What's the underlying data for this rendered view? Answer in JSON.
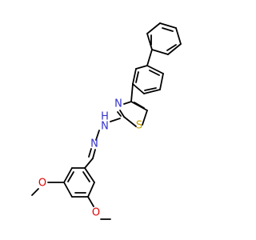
{
  "molecule": {
    "colors": {
      "bond": "#000000",
      "nitrogen": "#3333cc",
      "sulfur": "#c8a000",
      "oxygen": "#e00000",
      "background": "#ffffff"
    },
    "atoms": {
      "thiazole_n": {
        "symbol": "N",
        "element": "nitrogen"
      },
      "thiazole_s": {
        "symbol": "S",
        "element": "sulfur"
      },
      "hydrazine_nh": {
        "symbol": "N",
        "h": "H",
        "element": "nitrogen"
      },
      "imine_n": {
        "symbol": "N",
        "element": "nitrogen"
      },
      "methoxy_o_top": {
        "symbol": "O",
        "element": "oxygen"
      },
      "methoxy_o_bottom": {
        "symbol": "O",
        "element": "oxygen"
      }
    }
  }
}
